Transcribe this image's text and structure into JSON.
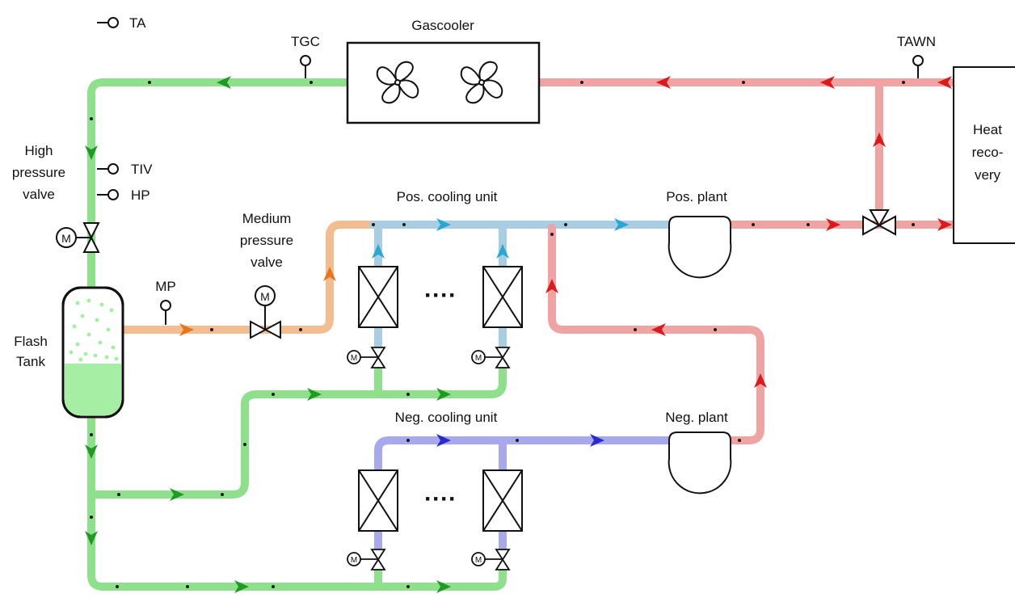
{
  "labels": {
    "ta": "TA",
    "tgc": "TGC",
    "gascooler": "Gascooler",
    "tawn": "TAWN",
    "heat_recovery": [
      "Heat",
      "reco-",
      "very"
    ],
    "high_pressure_valve": [
      "High",
      "pressure",
      "valve"
    ],
    "tiv": "TIV",
    "hp": "HP",
    "pos_cooling_unit": "Pos. cooling unit",
    "pos_plant": "Pos. plant",
    "medium_pressure_valve": [
      "Medium",
      "pressure",
      "valve"
    ],
    "mp": "MP",
    "flash_tank": [
      "Flash",
      "Tank"
    ],
    "neg_cooling_unit": "Neg. cooling unit",
    "neg_plant": "Neg. plant",
    "ellipsis": "····",
    "motor": "M"
  },
  "colors": {
    "green_pipe": "#8fe08c",
    "green_arrow": "#1f9a22",
    "red_pipe": "#f0a3a3",
    "red_arrow": "#d81c1c",
    "orange_pipe": "#f2bd90",
    "orange_arrow": "#e8741e",
    "lightblue_pipe": "#a9cde3",
    "lightblue_arrow": "#2aa8d4",
    "blue_pipe": "#a8a8ec",
    "blue_arrow": "#2a2ad0",
    "tank_liquid": "#a6eea4"
  }
}
